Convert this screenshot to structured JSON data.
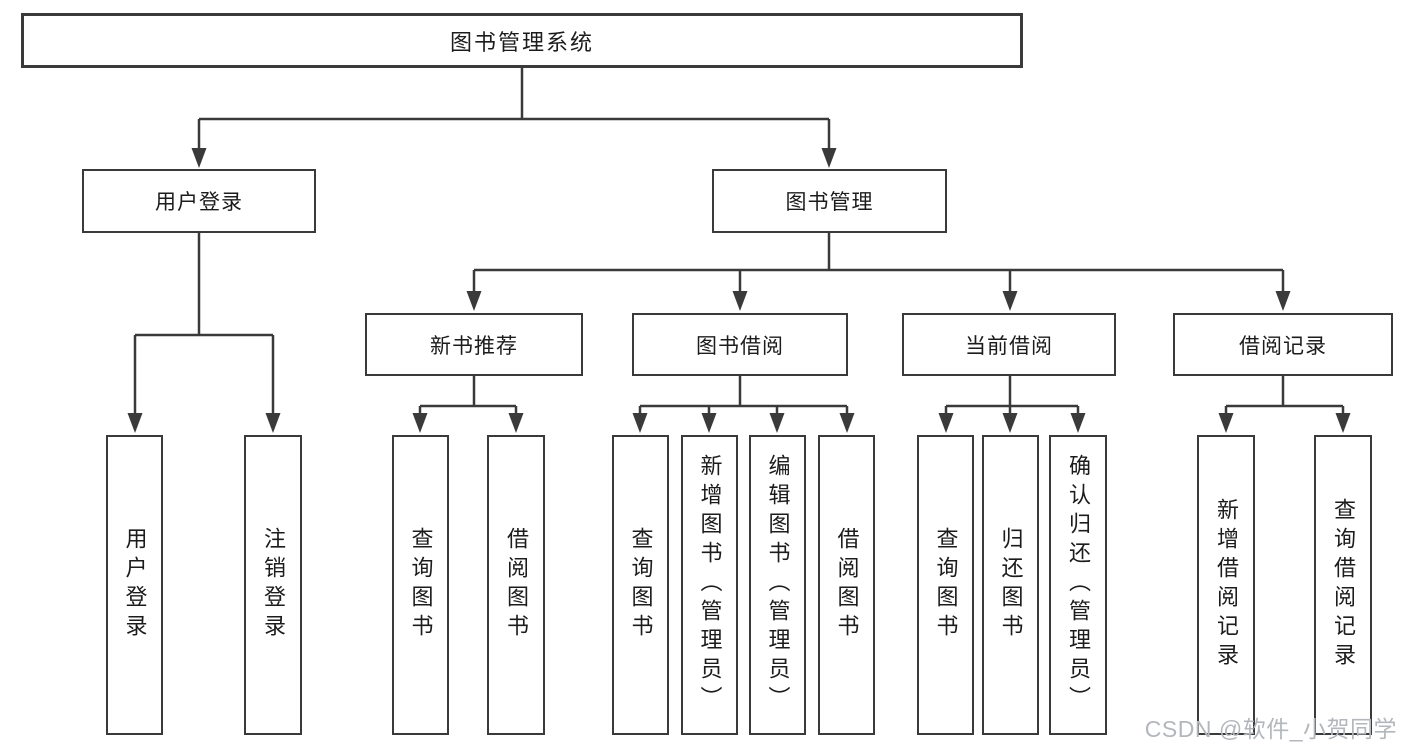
{
  "diagram_title": "图书管理系统",
  "tree": {
    "label": "图书管理系统",
    "children": [
      {
        "label": "用户登录",
        "children": [
          {
            "label": "用户登录"
          },
          {
            "label": "注销登录"
          }
        ]
      },
      {
        "label": "图书管理",
        "children": [
          {
            "label": "新书推荐",
            "children": [
              {
                "label": "查询图书"
              },
              {
                "label": "借阅图书"
              }
            ]
          },
          {
            "label": "图书借阅",
            "children": [
              {
                "label": "查询图书"
              },
              {
                "label": "新增图书（管理员）"
              },
              {
                "label": "编辑图书（管理员）"
              },
              {
                "label": "借阅图书"
              }
            ]
          },
          {
            "label": "当前借阅",
            "children": [
              {
                "label": "查询图书"
              },
              {
                "label": "归还图书"
              },
              {
                "label": "确认归还（管理员）"
              }
            ]
          },
          {
            "label": "借阅记录",
            "children": [
              {
                "label": "新增借阅记录"
              },
              {
                "label": "查询借阅记录"
              }
            ]
          }
        ]
      }
    ]
  },
  "watermark": "CSDN @软件_小贺同学",
  "colors": {
    "line": "#3a3a3a",
    "box_border": "#3a3a3a",
    "text": "#1c1c1c",
    "watermark": "#b3b7bc",
    "background": "#ffffff"
  }
}
